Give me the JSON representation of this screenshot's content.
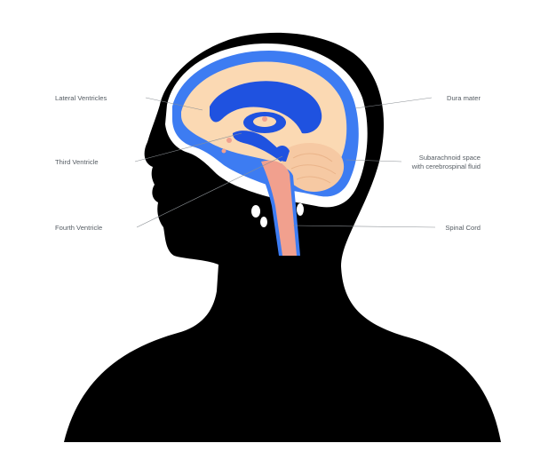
{
  "labels": {
    "lateral_ventricles": "Lateral Ventricles",
    "third_ventricle": "Third Ventricle",
    "fourth_ventricle": "Fourth Ventricle",
    "dura_mater": "Dura mater",
    "subarachnoid_line1": "Subarachnoid space",
    "subarachnoid_line2": "with cerebrospinal fluid",
    "spinal_cord": "Spinal Cord"
  },
  "colors": {
    "silhouette": "#000000",
    "csf_space": "#3d7cf2",
    "brain_tissue": "#fbd9b3",
    "cerebellum": "#f6c9a3",
    "brainstem": "#f1a08e",
    "ventricles": "#1f52e0",
    "leader_line": "#8a8f94"
  }
}
